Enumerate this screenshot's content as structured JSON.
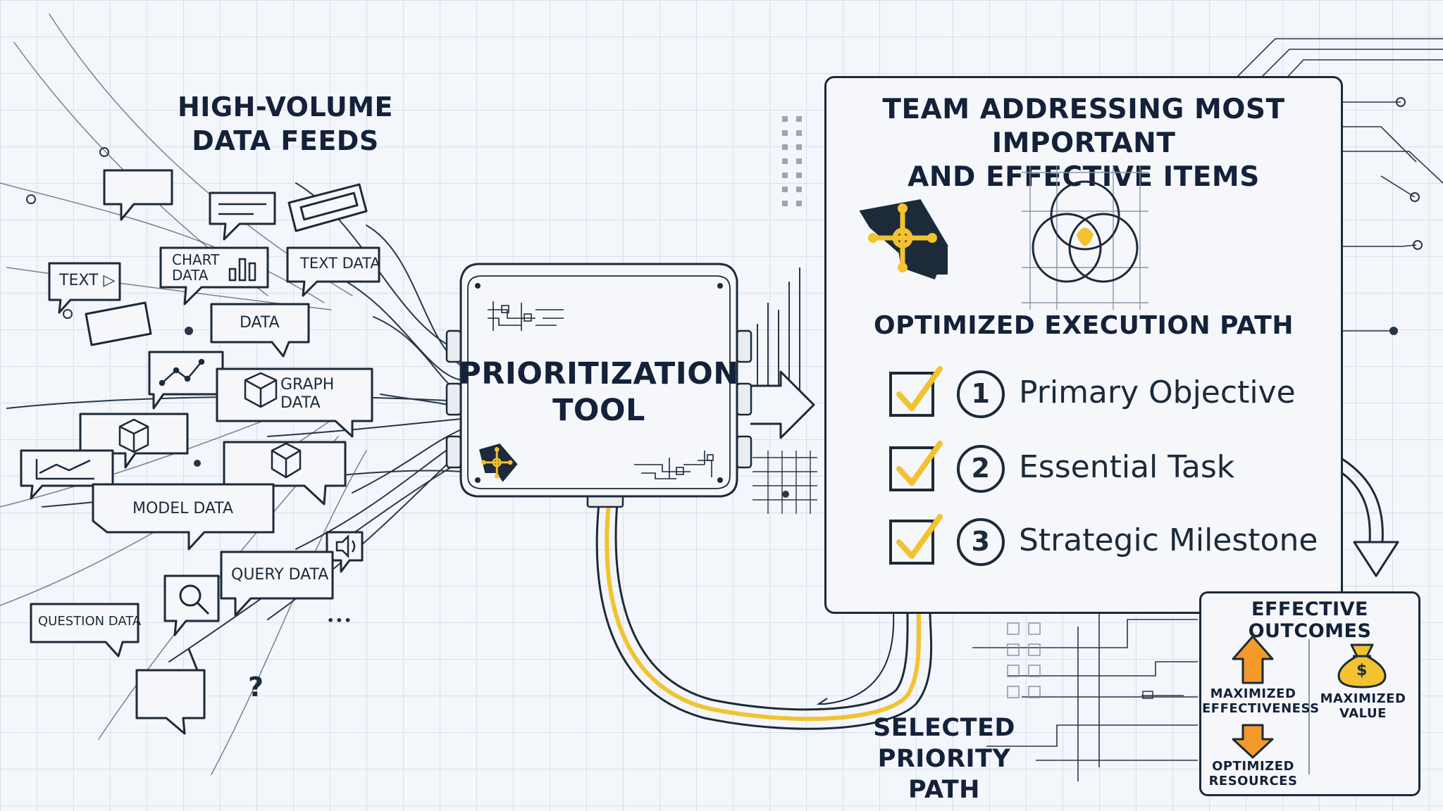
{
  "feeds": {
    "title_line1": "HIGH-VOLUME",
    "title_line2": "DATA FEEDS",
    "labels": {
      "text": "TEXT ▷",
      "chart_line1": "CHART",
      "chart_line2": "DATA",
      "text_data": "TEXT DATA",
      "data": "DATA",
      "graph_line1": "GRAPH",
      "graph_line2": "DATA",
      "model_data": "MODEL DATA",
      "query_data": "QUERY DATA",
      "question_data": "QUESTION DATA",
      "ellipsis": "•••",
      "question_mark": "?"
    }
  },
  "tool": {
    "title_line1": "PRIORITIZATION",
    "title_line2": "TOOL"
  },
  "panel": {
    "title_line1": "TEAM ADDRESSING MOST IMPORTANT",
    "title_line2": "AND EFFECTIVE ITEMS",
    "exec_title": "OPTIMIZED EXECUTION PATH",
    "items": [
      {
        "number": "1",
        "label": "Primary Objective",
        "checked": true
      },
      {
        "number": "2",
        "label": "Essential Task",
        "checked": true
      },
      {
        "number": "3",
        "label": "Strategic Milestone",
        "checked": true
      }
    ]
  },
  "outcomes": {
    "title": "EFFECTIVE OUTCOMES",
    "effectiveness_line1": "MAXIMIZED",
    "effectiveness_line2": "EFFECTIVENESS",
    "value_line1": "MAXIMIZED",
    "value_line2": "VALUE",
    "resources_line1": "OPTIMIZED",
    "resources_line2": "RESOURCES",
    "money_symbol": "$"
  },
  "path": {
    "label_line1": "SELECTED",
    "label_line2": "PRIORITY PATH"
  },
  "colors": {
    "navy": "#1c2a3a",
    "accent_yellow": "#f2c230",
    "accent_orange": "#f39a2b"
  },
  "icons": [
    "logo-icon",
    "venn-icon",
    "checkbox-icon",
    "search-icon",
    "speaker-icon",
    "cube-icon",
    "line-chart-icon",
    "bar-chart-icon",
    "arrow-up-icon",
    "arrow-down-icon",
    "money-bag-icon",
    "right-arrow-icon",
    "down-arrow-icon",
    "circuit-icon"
  ]
}
